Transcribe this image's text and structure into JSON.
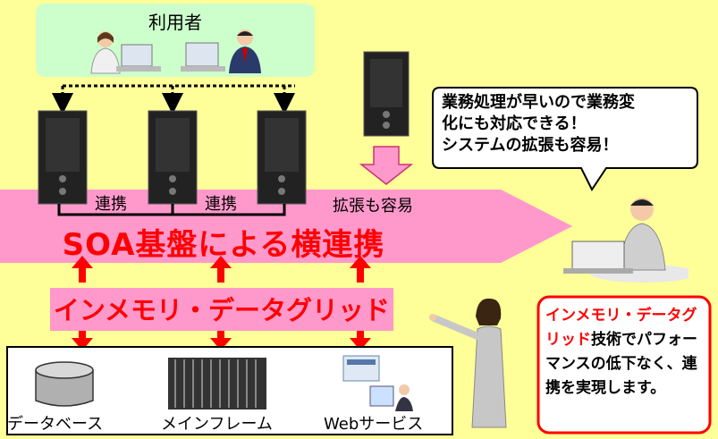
{
  "users": {
    "label": "利用者"
  },
  "links": {
    "left": "連携",
    "right": "連携"
  },
  "expand": {
    "label": "拡張も容易"
  },
  "soa": {
    "title": "SOA基盤による横連携"
  },
  "grid": {
    "title": "インメモリ・データグリッド"
  },
  "backend": {
    "database": "データベース",
    "mainframe": "メインフレーム",
    "webservice": "Webサービス"
  },
  "speech": {
    "line1": "業務処理が早いので業務変",
    "line2": "化にも対応できる！",
    "line3": "システムの拡張も容易！"
  },
  "callout": {
    "highlight": "インメモリ・データグリッド",
    "rest": "技術でパフォーマンスの低下なく、連携を実現します。"
  },
  "colors": {
    "background": "#ffff99",
    "band": "#ff99cc",
    "accent": "#ff0000",
    "users_bg": "#ccffcc"
  }
}
